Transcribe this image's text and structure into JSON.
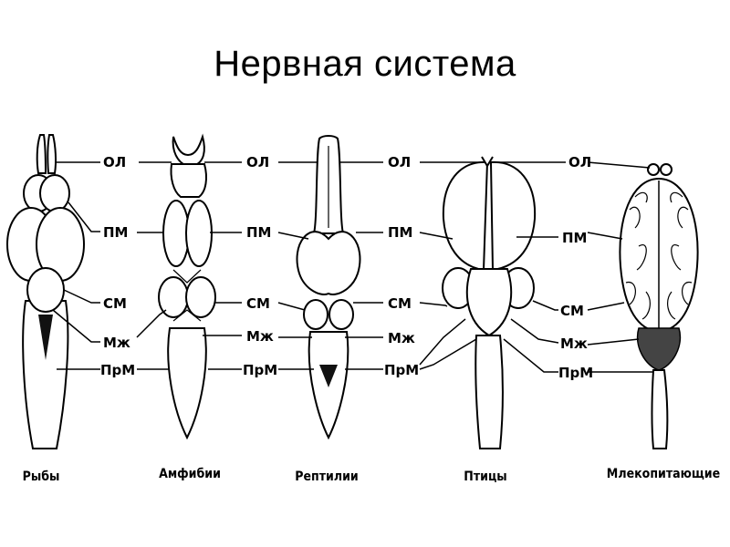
{
  "slide": {
    "title": "Нервная система"
  },
  "diagram": {
    "part_labels": {
      "ol": "ОЛ",
      "pm": "ПМ",
      "sm": "СМ",
      "mzh": "Мж",
      "prm": "ПрМ"
    },
    "captions": [
      "Рыбы",
      "Амфибии",
      "Рептилии",
      "Птицы",
      "Млекопитающие"
    ]
  }
}
